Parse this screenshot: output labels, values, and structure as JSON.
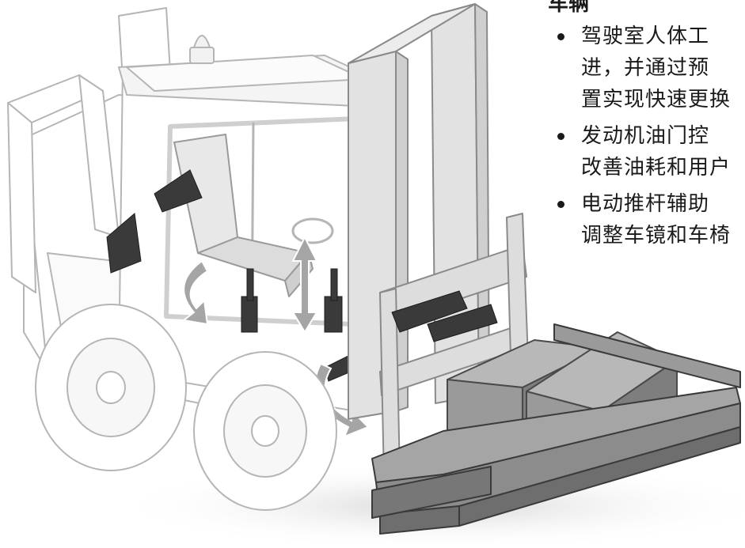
{
  "section_heading": "车辆",
  "bullets": [
    {
      "lines": [
        "驾驶室人体工",
        "进，并通过预",
        "置实现快速更换"
      ]
    },
    {
      "lines": [
        "发动机油门控",
        "改善油耗和用户"
      ]
    },
    {
      "lines": [
        "电动推杆辅助",
        "调整车镜和车椅"
      ]
    }
  ],
  "colors": {
    "outline": "#b5b5b5",
    "body_fill": "#ffffff",
    "mast_fill": "#e2e2e2",
    "box_fill": "#9a9a9a",
    "pallet_fill": "#8c8c8c",
    "actuator_fill": "#3a3a3a",
    "arrow_fill": "#9e9e9e",
    "text": "#1a1a1a"
  }
}
